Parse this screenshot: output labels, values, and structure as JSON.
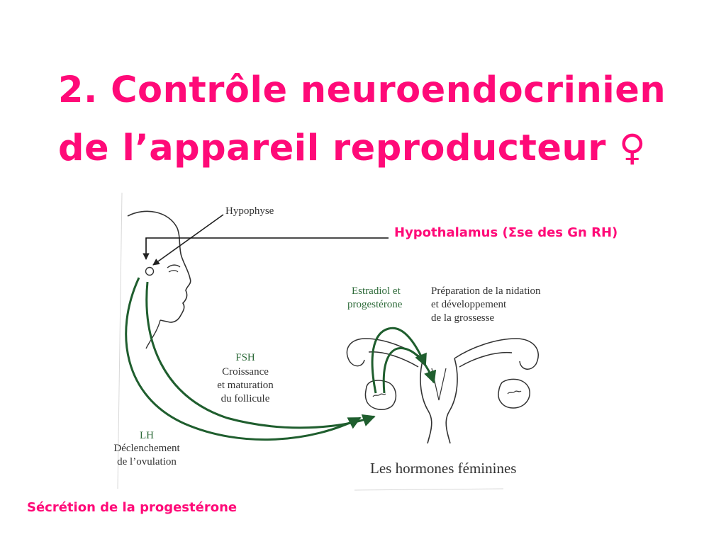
{
  "title": {
    "line1": "2. Contrôle neuroendocrinien",
    "line2": "de l’appareil reproducteur ♀"
  },
  "labels": {
    "hypothalamus": "Hypothalamus (Σse des Gn RH)",
    "secretion": "Sécrétion de la progestérone"
  },
  "diagram": {
    "hypophyse": "Hypophyse",
    "estradiol_line1": "Estradiol et",
    "estradiol_line2": "progestérone",
    "preparation_line1": "Préparation de la nidation",
    "preparation_line2": "et développement",
    "preparation_line3": "de la grossesse",
    "fsh_line1": "FSH",
    "fsh_line2": "Croissance",
    "fsh_line3": "et maturation",
    "fsh_line4": "du follicule",
    "lh_line1": "LH",
    "lh_line2": "Déclenchement",
    "lh_line3": "de l’ovulation",
    "caption": "Les hormones féminines"
  },
  "colors": {
    "title": "#ff0a78",
    "arrows": "#1f5e2e",
    "outline": "#333333"
  }
}
